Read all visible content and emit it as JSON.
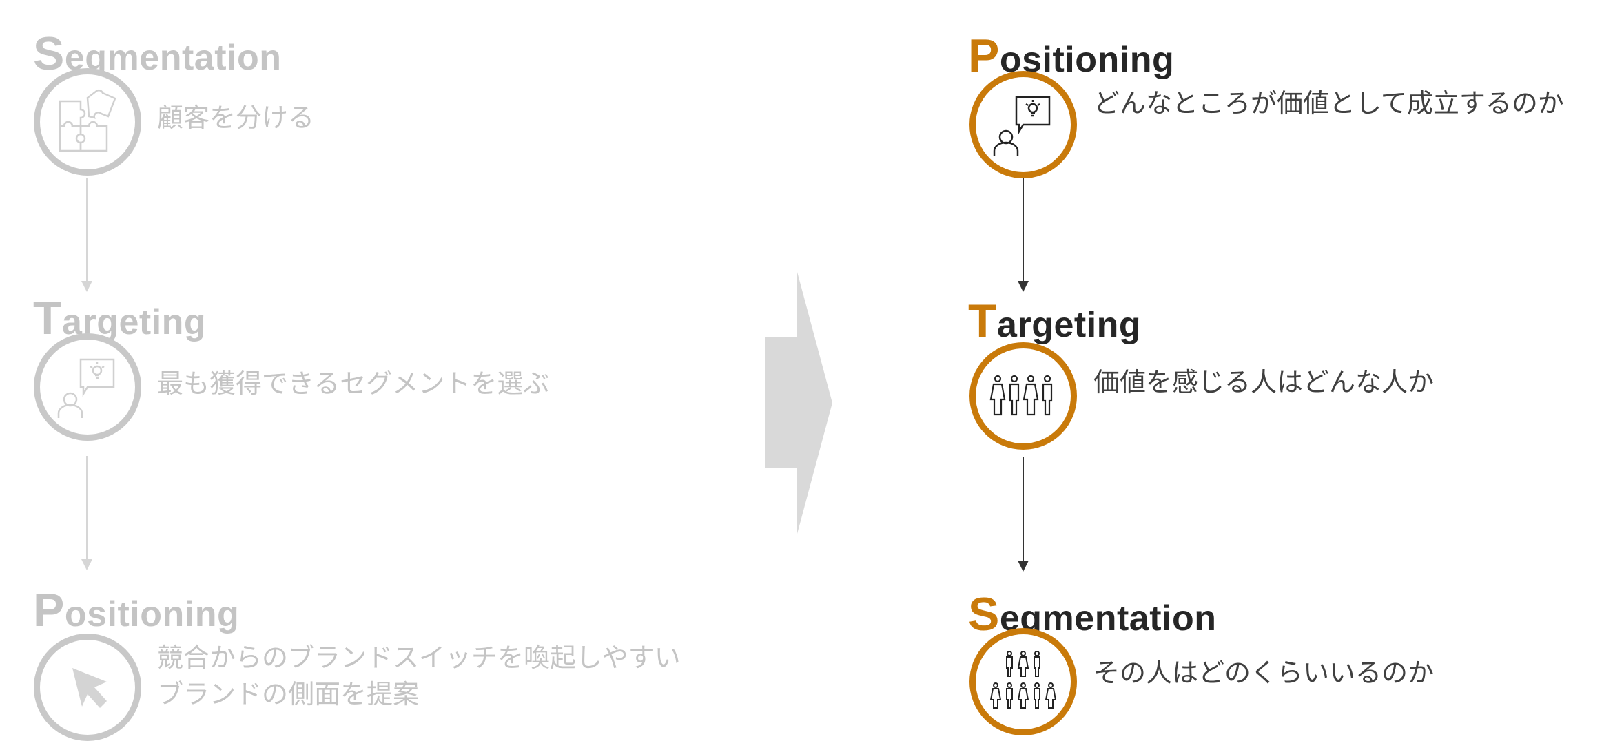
{
  "left": {
    "steps": [
      {
        "initial": "S",
        "rest": "egmentation",
        "description": "顧客を分ける",
        "icon": "puzzle-icon"
      },
      {
        "initial": "T",
        "rest": "argeting",
        "description": "最も獲得できるセグメントを選ぶ",
        "icon": "presenter-idea-icon"
      },
      {
        "initial": "P",
        "rest": "ositioning",
        "description_lines": [
          "競合からのブランドスイッチを喚起しやすい",
          "ブランドの側面を提案"
        ],
        "icon": "cursor-icon"
      }
    ]
  },
  "right": {
    "steps": [
      {
        "initial": "P",
        "rest": "ositioning",
        "description": "どんなところが価値として成立するのか",
        "icon": "presenter-idea-icon"
      },
      {
        "initial": "T",
        "rest": "argeting",
        "description": "価値を感じる人はどんな人か",
        "icon": "group-people-icon"
      },
      {
        "initial": "S",
        "rest": "egmentation",
        "description": "その人はどのくらいいるのか",
        "icon": "crowd-icon"
      }
    ]
  },
  "colors": {
    "accent": "#c97a0a",
    "muted": "#c4c4c4",
    "text": "#262626"
  }
}
